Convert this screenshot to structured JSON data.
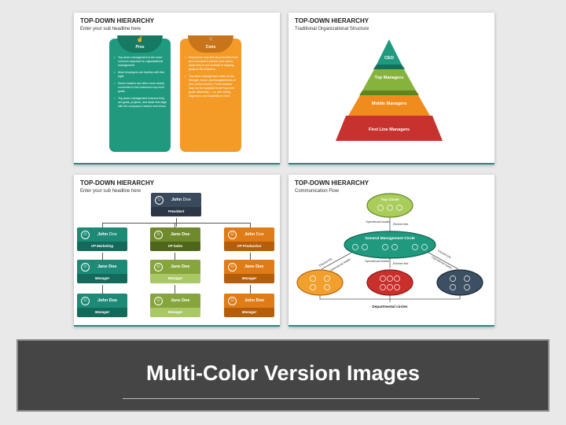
{
  "slide1": {
    "title": "TOP-DOWN HIERARCHY",
    "subtitle": "Enter your sub headline here",
    "pros": {
      "label": "Pros",
      "icon": "thumbs-up-icon",
      "color": "#1f9a7e",
      "items": [
        "Top-down management is the most common approach to organizational management.",
        "Most employees are familiar with this style.",
        "Senior leaders are often most closely connected to the business's top-level goals.",
        "Top-down management ensures they set goals, projects, and tasks that align with the company's mission and vision."
      ]
    },
    "cons": {
      "label": "Cons",
      "icon": "thumbs-down-icon",
      "color": "#f49a26",
      "items": [
        "Employees may feel disconnected from your business's mission and values since they're not involved in aligning goals to the business.",
        "Top-down management relies on the strength, focus, and thoughtfulness of your senior leaders. These leaders may not be equipped to set top-level goals effectively — or, with clarity, alignment, and feasibility in mind."
      ]
    }
  },
  "slide2": {
    "title": "TOP-DOWN HIERARCHY",
    "subtitle": "Traditional Organizational Structure",
    "levels": [
      {
        "label": "CEO",
        "color": "#1f9a7e"
      },
      {
        "label": "Top Managers",
        "color": "#86b33c"
      },
      {
        "label": "Middle Managers",
        "color": "#f08c1e"
      },
      {
        "label": "First Line Managers",
        "color": "#c8322e"
      }
    ]
  },
  "slide3": {
    "title": "TOP-DOWN HIERARCHY",
    "subtitle": "Enter your sub headline here",
    "president": {
      "first": "John",
      "last": "Doe",
      "role": "President"
    },
    "columns": [
      {
        "vp": {
          "first": "John",
          "last": "Doe",
          "role": "VP Marketing"
        },
        "managers": [
          {
            "name": "Jane Doe",
            "role": "Manager"
          },
          {
            "name": "John Doe",
            "role": "Manager"
          }
        ]
      },
      {
        "vp": {
          "first": "Jane",
          "last": "Doe",
          "role": "VP Sales"
        },
        "managers": [
          {
            "name": "Jane Doe",
            "role": "Manager"
          },
          {
            "name": "Jane Doe",
            "role": "Manager"
          }
        ]
      },
      {
        "vp": {
          "first": "John",
          "last": "Doe",
          "role": "VP Production"
        },
        "managers": [
          {
            "name": "Jane Doe",
            "role": "Manager"
          },
          {
            "name": "John Doe",
            "role": "Manager"
          }
        ]
      }
    ]
  },
  "slide4": {
    "title": "TOP-DOWN HIERARCHY",
    "subtitle": "Communication Flow",
    "top_circle": "Top Circle",
    "general_circle": "General Management Circle",
    "operational_leader": "Operational leader",
    "elected_link": "Elected link",
    "departmental_circles": "Departmental circles"
  },
  "banner": {
    "text": "Multi-Color Version Images"
  }
}
